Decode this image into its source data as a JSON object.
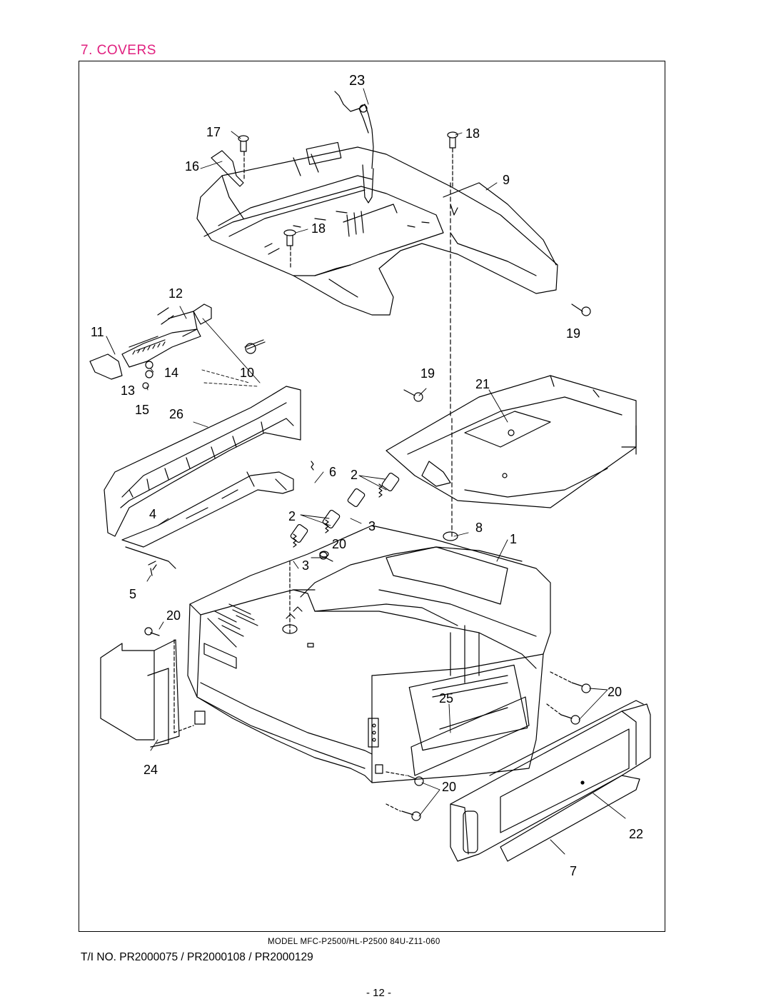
{
  "header": {
    "section_title": "7. COVERS"
  },
  "callouts": [
    {
      "id": "c23",
      "text": "23"
    },
    {
      "id": "c17",
      "text": "17"
    },
    {
      "id": "c18a",
      "text": "18"
    },
    {
      "id": "c16",
      "text": "16"
    },
    {
      "id": "c9",
      "text": "9"
    },
    {
      "id": "c18b",
      "text": "18"
    },
    {
      "id": "c12",
      "text": "12"
    },
    {
      "id": "c11",
      "text": "11"
    },
    {
      "id": "c19a",
      "text": "19"
    },
    {
      "id": "c14",
      "text": "14"
    },
    {
      "id": "c10",
      "text": "10"
    },
    {
      "id": "c19b",
      "text": "19"
    },
    {
      "id": "c21",
      "text": "21"
    },
    {
      "id": "c13",
      "text": "13"
    },
    {
      "id": "c15",
      "text": "15"
    },
    {
      "id": "c26",
      "text": "26"
    },
    {
      "id": "c6",
      "text": "6"
    },
    {
      "id": "c2a",
      "text": "2"
    },
    {
      "id": "c4",
      "text": "4"
    },
    {
      "id": "c2b",
      "text": "2"
    },
    {
      "id": "c3a",
      "text": "3"
    },
    {
      "id": "c8",
      "text": "8"
    },
    {
      "id": "c1",
      "text": "1"
    },
    {
      "id": "c20a",
      "text": "20"
    },
    {
      "id": "c3b",
      "text": "3"
    },
    {
      "id": "c5",
      "text": "5"
    },
    {
      "id": "c20b",
      "text": "20"
    },
    {
      "id": "c20c",
      "text": "20"
    },
    {
      "id": "c25",
      "text": "25"
    },
    {
      "id": "c24",
      "text": "24"
    },
    {
      "id": "c20d",
      "text": "20"
    },
    {
      "id": "c22",
      "text": "22"
    },
    {
      "id": "c7",
      "text": "7"
    }
  ],
  "footer": {
    "model": "MODEL   MFC-P2500/HL-P2500   84U-Z11-060",
    "ti_numbers": "T/I NO. PR2000075 / PR2000108 / PR2000129",
    "page_number": "- 12 -"
  }
}
